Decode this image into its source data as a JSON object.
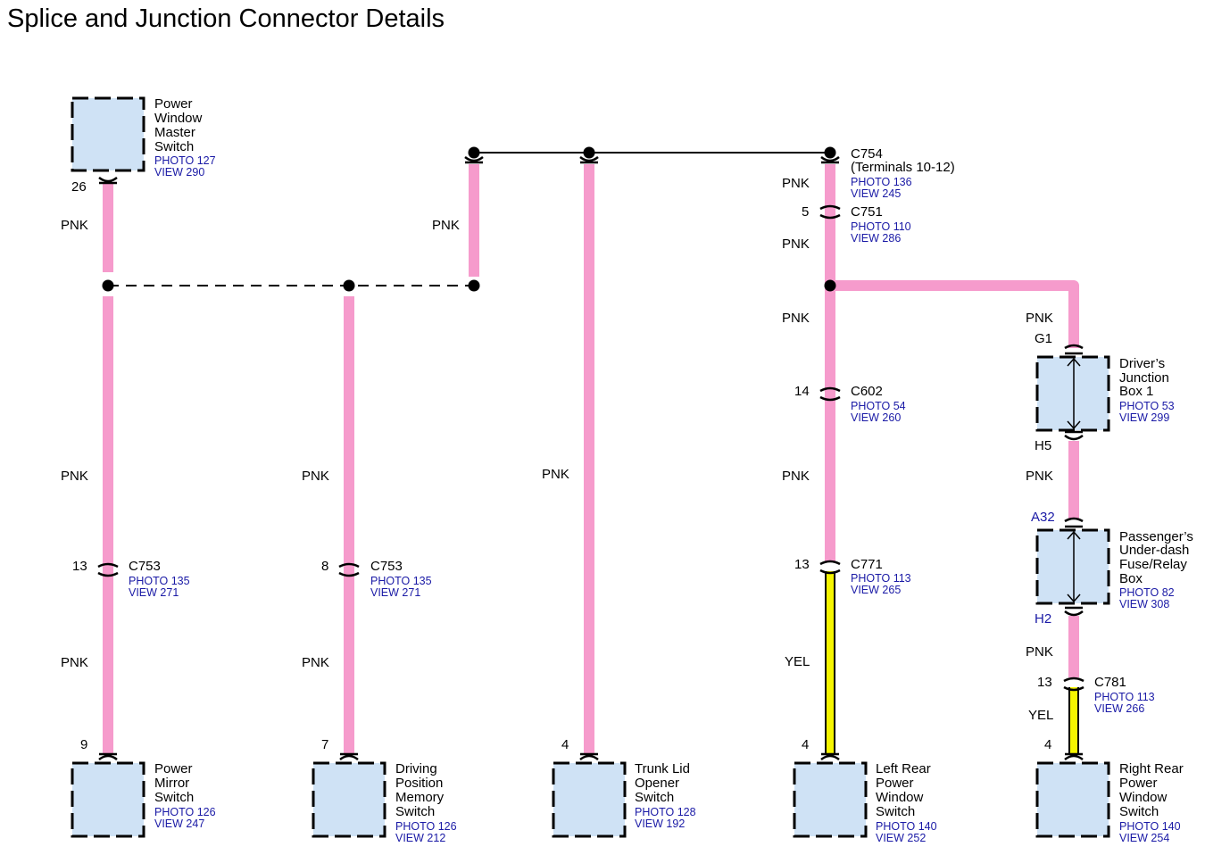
{
  "title": "Splice and Junction Connector Details",
  "colors": {
    "pink_wire": "#f69bcc",
    "yellow_wire": "#f5f500",
    "component_fill": "#cfe2f5",
    "link_text": "#1a1aa6"
  },
  "wire_labels": {
    "pnk": "PNK",
    "yel": "YEL"
  },
  "components": {
    "pwms": {
      "name": [
        "Power",
        "Window",
        "Master",
        "Switch"
      ],
      "photo": "PHOTO 127",
      "view": "VIEW 290",
      "pin": "26"
    },
    "pms": {
      "name": [
        "Power",
        "Mirror",
        "Switch"
      ],
      "photo": "PHOTO 126",
      "view": "VIEW 247",
      "pin": "9"
    },
    "dpms": {
      "name": [
        "Driving",
        "Position",
        "Memory",
        "Switch"
      ],
      "photo": "PHOTO 126",
      "view": "VIEW 212",
      "pin": "7"
    },
    "tlos": {
      "name": [
        "Trunk Lid",
        "Opener",
        "Switch"
      ],
      "photo": "PHOTO 128",
      "view": "VIEW 192",
      "pin": "4"
    },
    "lrpws": {
      "name": [
        "Left Rear",
        "Power",
        "Window",
        "Switch"
      ],
      "photo": "PHOTO 140",
      "view": "VIEW 252",
      "pin": "4"
    },
    "rrpws": {
      "name": [
        "Right Rear",
        "Power",
        "Window",
        "Switch"
      ],
      "photo": "PHOTO 140",
      "view": "VIEW 254",
      "pin": "4"
    },
    "djb1": {
      "name": [
        "Driver’s",
        "Junction",
        "Box 1"
      ],
      "photo": "PHOTO 53",
      "view": "VIEW 299",
      "pin_in": "G1",
      "pin_out": "H5"
    },
    "pudfrb": {
      "name": [
        "Passenger’s",
        "Under-dash",
        "Fuse/Relay",
        "Box"
      ],
      "photo": "PHOTO 82",
      "view": "VIEW 308",
      "pin_in": "A32",
      "pin_out": "H2"
    }
  },
  "connectors": {
    "c753a": {
      "name": "C753",
      "photo": "PHOTO 135",
      "view": "VIEW 271",
      "pin": "13"
    },
    "c753b": {
      "name": "C753",
      "photo": "PHOTO 135",
      "view": "VIEW 271",
      "pin": "8"
    },
    "c754": {
      "name": "C754",
      "sub": "(Terminals 10-12)",
      "photo": "PHOTO 136",
      "view": "VIEW 245"
    },
    "c751": {
      "name": "C751",
      "photo": "PHOTO 110",
      "view": "VIEW 286",
      "pin": "5"
    },
    "c602": {
      "name": "C602",
      "photo": "PHOTO 54",
      "view": "VIEW 260",
      "pin": "14"
    },
    "c771": {
      "name": "C771",
      "photo": "PHOTO 113",
      "view": "VIEW 265",
      "pin": "13"
    },
    "c781": {
      "name": "C781",
      "photo": "PHOTO 113",
      "view": "VIEW 266",
      "pin": "13"
    }
  }
}
